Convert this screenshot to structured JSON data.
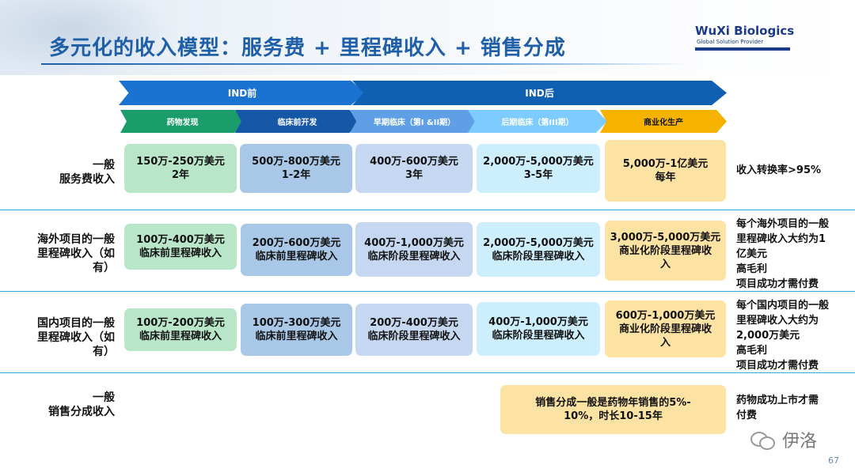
{
  "title": "多元化的收入模型：服务费 + 里程碑收入 + 销售分成",
  "logo": {
    "main": "WuXi Biologics",
    "sub": "Global Solution Provider"
  },
  "phases": {
    "pre_ind": "IND前",
    "post_ind": "IND后"
  },
  "stages": [
    "药物发现",
    "临床前开发",
    "早期临床（第I &II期）",
    "后期临床（第III期）",
    "商业化生产"
  ],
  "rows": [
    {
      "label": "一般\n服务费收入",
      "cells": [
        "150万-250万美元\n2年",
        "500万-800万美元\n1-2年",
        "400万-600万美元\n3年",
        "2,000万-5,000万美元\n3-5年",
        "5,000万-1亿美元\n每年"
      ],
      "note": "收入转换率>95%"
    },
    {
      "label": "海外项目的一般\n里程碑收入（如\n有）",
      "cells": [
        "100万-400万美元\n临床前里程碑收入",
        "200万-600万美元\n临床前里程碑收入",
        "400万-1,000万美元\n临床阶段里程碑收入",
        "2,000万-5,000万美元\n临床阶段里程碑收入",
        "3,000万-5,000万美元\n商业化阶段里程碑收\n入"
      ],
      "note": "每个海外项目的一般\n里程碑收入大约为1\n亿美元\n高毛利\n项目成功才需付费"
    },
    {
      "label": "国内项目的一般\n里程碑收入（如\n有）",
      "cells": [
        "100万-200万美元\n临床前里程碑收入",
        "100万-300万美元\n临床前里程碑收入",
        "200万-400万美元\n临床阶段里程碑收入",
        "400万-1,000万美元\n临床阶段里程碑收入",
        "600万-1,000万美元\n商业化阶段里程碑收\n入"
      ],
      "note": "每个国内项目的一般\n里程碑收入大约为\n2,000万美元\n高毛利\n项目成功才需付费"
    },
    {
      "label": "一般\n销售分成收入",
      "cells": [
        "销售分成一般是药物年销售的5%-\n10%，时长10-15年"
      ],
      "note": "药物成功上市才需\n付费"
    }
  ],
  "watermark": "伊洛",
  "page_number": "67"
}
